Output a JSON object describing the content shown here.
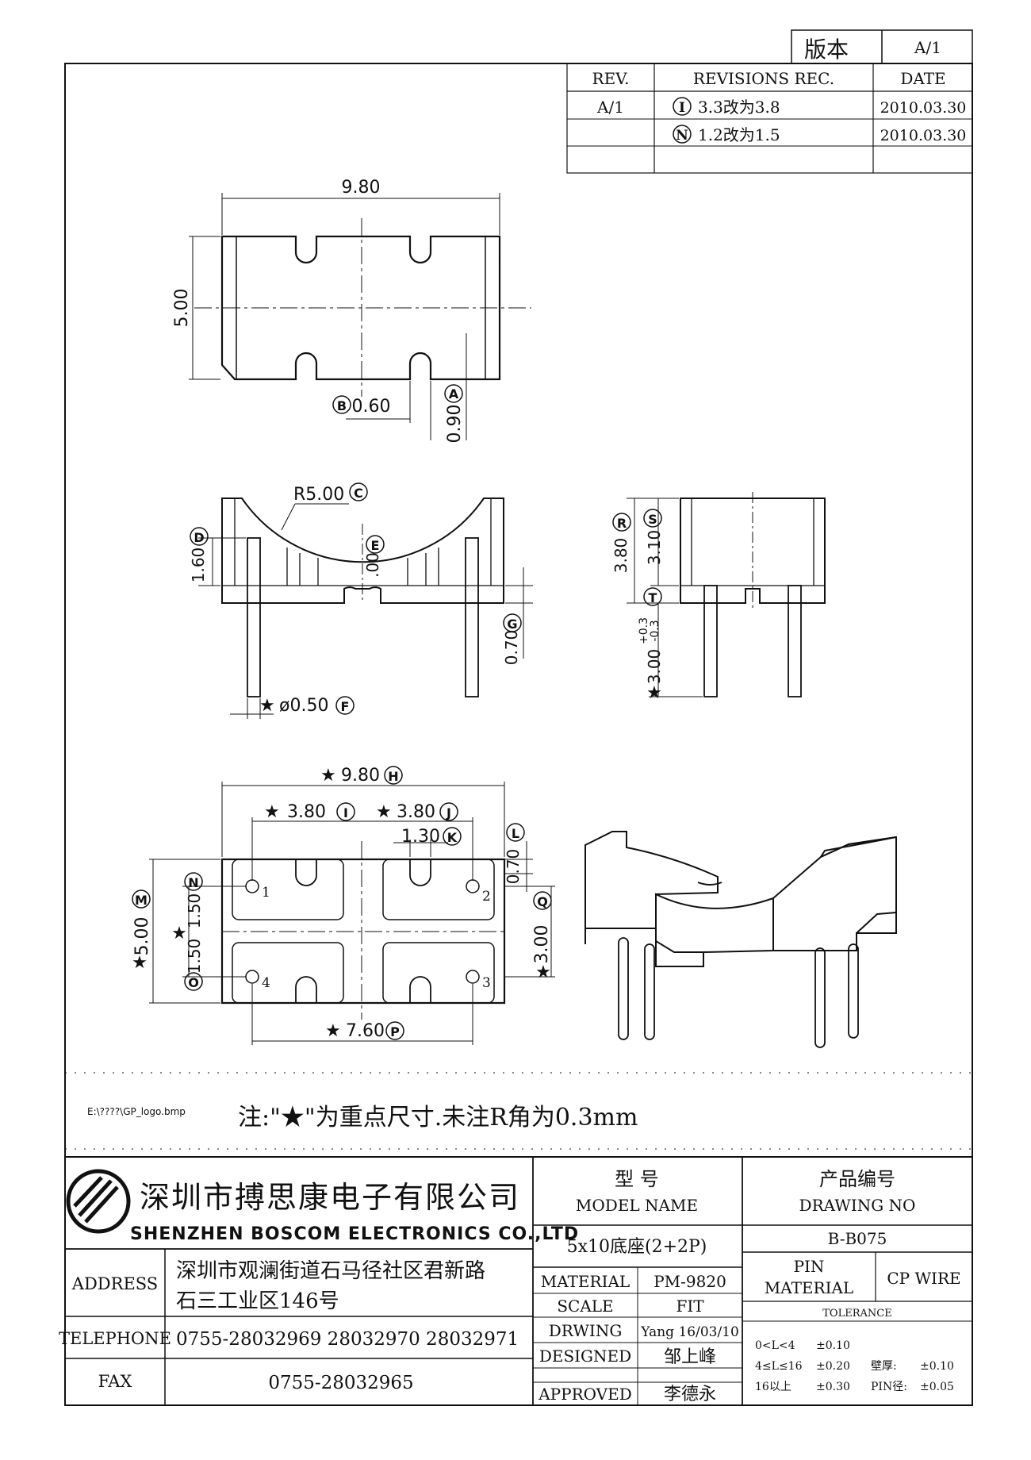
{
  "version_box": {
    "label": "版本",
    "value": "A/1"
  },
  "revisions": {
    "headers": {
      "rev": "REV.",
      "rec": "REVISIONS REC.",
      "date": "DATE"
    },
    "rows": [
      {
        "rev": "A/1",
        "mark": "I",
        "text": "3.3改为3.8",
        "date": "2010.03.30"
      },
      {
        "rev": "",
        "mark": "N",
        "text": "1.2改为1.5",
        "date": "2010.03.30"
      }
    ]
  },
  "top_view": {
    "width": "9.80",
    "height": "5.00",
    "slot": "0.60",
    "slot_mark": "B",
    "notch": "0.90",
    "notch_mark": "A"
  },
  "front_view": {
    "radius": "R5.00",
    "radius_mark": "C",
    "d_mark": "D",
    "d_value": "1.60",
    "e_mark": "E",
    "e_value": ".00",
    "g_mark": "G",
    "g_value": "0.70",
    "pin": "ø0.50",
    "pin_mark": "F"
  },
  "side_view": {
    "r_mark": "R",
    "r_value": "3.80",
    "s_mark": "S",
    "s_value": "3.10",
    "t_mark": "T",
    "pin_len": "3.00",
    "pin_tol_plus": "+0.3",
    "pin_tol_minus": "-0.3"
  },
  "bottom_view": {
    "h_value": "9.80",
    "h_mark": "H",
    "i_value": "3.80",
    "i_mark": "I",
    "j_value": "3.80",
    "j_mark": "J",
    "k_value": "1.30",
    "k_mark": "K",
    "l_value": "0.70",
    "l_mark": "L",
    "m_mark": "M",
    "m_value": "5.00",
    "n_mark": "N",
    "o_mark": "O",
    "o_value": "1.50",
    "o2_value": "1.50",
    "q_mark": "Q",
    "q_value": "3.00",
    "p_value": "7.60",
    "p_mark": "P",
    "pins": [
      "1",
      "2",
      "3",
      "4"
    ]
  },
  "star": "★",
  "logo_path": "E:\\????\\GP_logo.bmp",
  "note": "注:\"★\"为重点尺寸.未注R角为0.3mm",
  "company": {
    "cn": "深圳市搏思康电子有限公司",
    "en": "SHENZHEN BOSCOM ELECTRONICS CO.,LTD"
  },
  "contact": {
    "address_label": "ADDRESS",
    "address_line1": "深圳市观澜街道石马径社区君新路",
    "address_line2": "石三工业区146号",
    "telephone_label": "TELEPHONE",
    "telephone": "0755-28032969 28032970 28032971",
    "fax_label": "FAX",
    "fax": "0755-28032965"
  },
  "model": {
    "label_cn": "型    号",
    "label_en": "MODEL NAME",
    "value": "5x10底座(2+2P)"
  },
  "drawing_no": {
    "label_cn": "产品编号",
    "label_en": "DRAWING NO",
    "value": "B-B075"
  },
  "specs": [
    {
      "label": "MATERIAL",
      "value": "PM-9820"
    },
    {
      "label": "SCALE",
      "value": "FIT"
    },
    {
      "label": "DRWING",
      "value": "Yang 16/03/10"
    },
    {
      "label": "DESIGNED",
      "value": "邹上峰"
    },
    {
      "label": "APPROVED",
      "value": "李德永"
    }
  ],
  "pin_material": {
    "label_line1": "PIN",
    "label_line2": "MATERIAL",
    "value": "CP WIRE"
  },
  "tolerance": {
    "title": "TOLERANCE",
    "rows": [
      {
        "range": "0<L<4",
        "value": "±0.10",
        "extra_label": "",
        "extra_value": ""
      },
      {
        "range": "4≤L≤16",
        "value": "±0.20",
        "extra_label": "壁厚:",
        "extra_value": "±0.10"
      },
      {
        "range": "16以上",
        "value": "±0.30",
        "extra_label": "PIN径:",
        "extra_value": "±0.05"
      }
    ]
  }
}
